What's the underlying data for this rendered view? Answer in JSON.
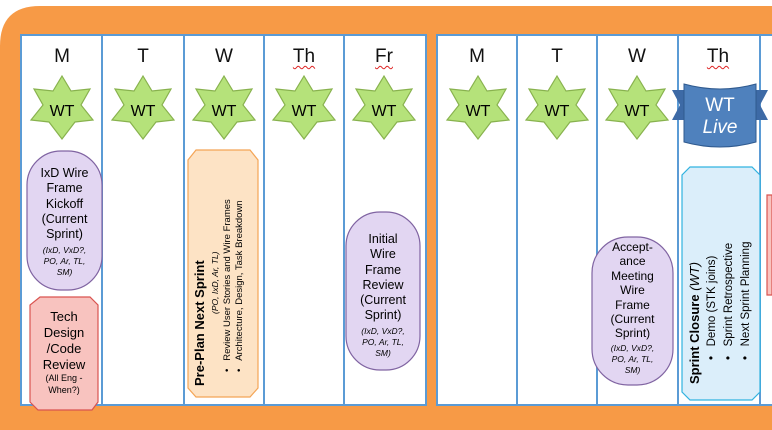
{
  "days": [
    {
      "label": "M"
    },
    {
      "label": "T"
    },
    {
      "label": "W"
    },
    {
      "label": "Th"
    },
    {
      "label": "Fr"
    },
    {
      "label": "M"
    },
    {
      "label": "T"
    },
    {
      "label": "W"
    },
    {
      "label": "Th"
    }
  ],
  "wt_badge": "WT",
  "live_badge": {
    "line1": "WT",
    "line2": "Live"
  },
  "colors": {
    "orange_band": "#f79a46",
    "column_border": "#5b9bd5",
    "star_green": "#b5e27a",
    "star_border": "#88b24e",
    "purple_fill": "#e2d6f2",
    "purple_border": "#8064a2",
    "peach_fill": "#fde3c5",
    "peach_border": "#f4a556",
    "pink_fill": "#f8c3bf",
    "pink_border": "#d9534f",
    "ribbon_blue": "#4f81bd",
    "sprint_fill": "#dbeefa",
    "sprint_border": "#31b3e0"
  },
  "boxes": {
    "ixd_kickoff": {
      "lines": [
        "IxD Wire",
        "Frame",
        "Kickoff",
        "(Current",
        "Sprint)"
      ],
      "small": [
        "(IxD, VxD?,",
        "PO, Ar, TL,",
        "SM)"
      ]
    },
    "tech_review": {
      "lines": [
        "Tech",
        "Design",
        "/Code",
        "Review"
      ],
      "small": [
        "(All Eng -",
        "When?)"
      ]
    },
    "preplan": {
      "title": "Pre-Plan Next Sprint",
      "roles": "(PO, IxD, Ar, TL)",
      "bullet1": "Review User Stories and Wire Frames",
      "bullet2": "Architecture, Design, Task Breakdown"
    },
    "initial_review": {
      "lines": [
        "Initial",
        "Wire",
        "Frame",
        "Review",
        "(Current",
        "Sprint)"
      ],
      "small": [
        "(IxD, VxD?,",
        "PO, Ar, TL,",
        "SM)"
      ]
    },
    "acceptance": {
      "lines": [
        "Accept-",
        "ance",
        "Meeting",
        "Wire",
        "Frame",
        "(Current",
        "Sprint)"
      ],
      "small": [
        "(IxD, VxD?,",
        "PO, Ar, TL,",
        "SM)"
      ]
    },
    "sprint_closure": {
      "title": "Sprint Closure",
      "title_role": "(WT)",
      "bullet1": "Demo (STK joins)",
      "bullet2": "Sprint Retrospective",
      "bullet3": "Next Sprint Planning"
    }
  }
}
